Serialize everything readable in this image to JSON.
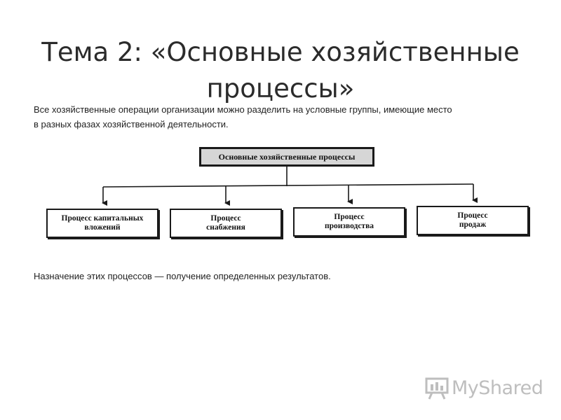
{
  "title": {
    "line1": "Тема 2: «Основные хозяйственные",
    "line2": "процессы»"
  },
  "intro": {
    "line1": "Все хозяйственные операции организации можно разделить на условные группы, имеющие место",
    "line2": "в разных фазах хозяйственной деятельности."
  },
  "diagram": {
    "root_label": "Основные хозяйственные процессы",
    "processes": [
      {
        "line1": "Процесс капитальных",
        "line2": "вложений"
      },
      {
        "line1": "Процесс",
        "line2": "снабжения"
      },
      {
        "line1": "Процесс",
        "line2": "производства"
      },
      {
        "line1": "Процесс",
        "line2": "продаж"
      }
    ]
  },
  "purpose": "Назначение этих процессов — получение определенных результатов.",
  "watermark": {
    "text": "MyShared",
    "icon": "presentation-board-icon"
  }
}
